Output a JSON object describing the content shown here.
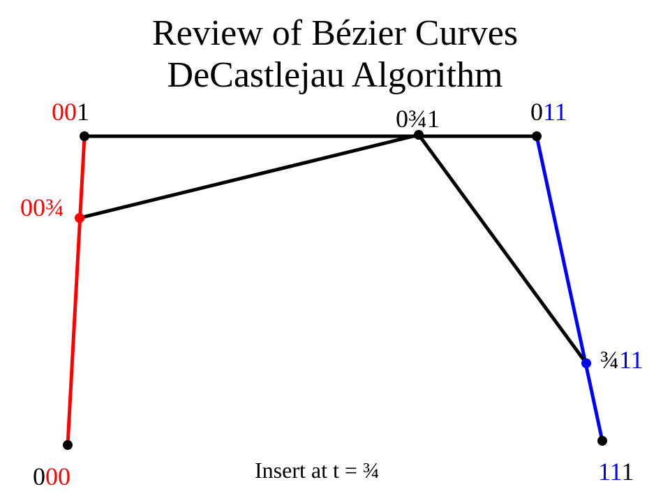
{
  "title": {
    "line1": "Review of Bézier Curves",
    "line2": "DeCastlejau Algorithm"
  },
  "caption": "Insert at t = ¾",
  "colors": {
    "red": "#ff0000",
    "blue": "#0000ff",
    "black": "#000000"
  },
  "points": {
    "p000": {
      "parts": [
        [
          "0",
          "black"
        ],
        [
          "00",
          "red"
        ]
      ]
    },
    "p001": {
      "parts": [
        [
          "00",
          "red"
        ],
        [
          "1",
          "black"
        ]
      ]
    },
    "p00q": {
      "parts": [
        [
          "00¾",
          "red"
        ]
      ]
    },
    "p0q1": {
      "parts": [
        [
          "0¾1",
          "black"
        ]
      ]
    },
    "p011": {
      "parts": [
        [
          "0",
          "black"
        ],
        [
          "11",
          "blue"
        ]
      ]
    },
    "pq11": {
      "parts": [
        [
          "¾",
          "black"
        ],
        [
          "11",
          "blue"
        ]
      ]
    },
    "p111": {
      "parts": [
        [
          "11",
          "blue"
        ],
        [
          "1",
          "black"
        ]
      ]
    }
  }
}
